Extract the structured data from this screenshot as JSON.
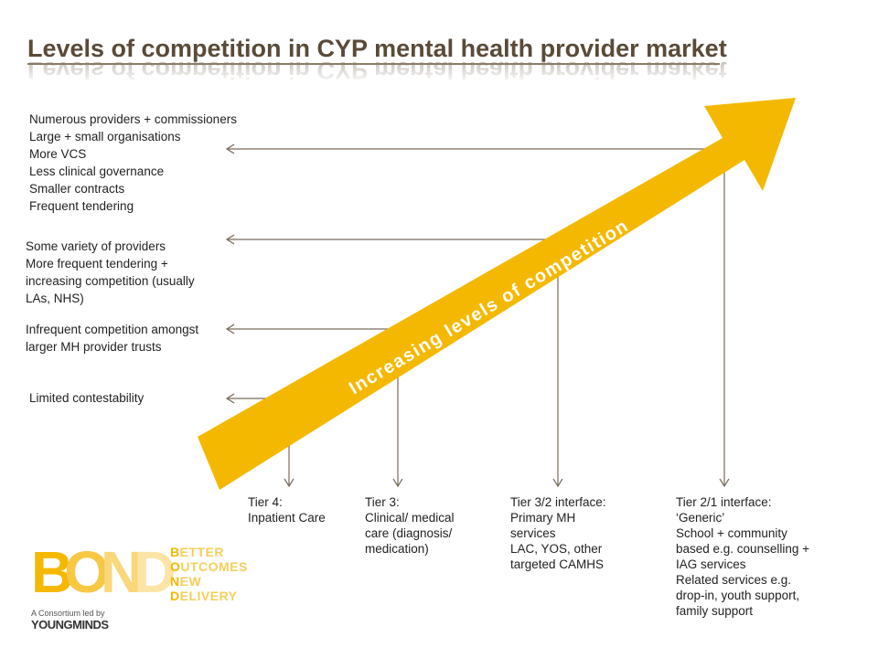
{
  "title": "Levels of competition in CYP mental health provider market",
  "arrow_label": "Increasing levels of competition",
  "levels": [
    {
      "lines": [
        "Numerous providers + commissioners",
        "Large + small organisations",
        "More VCS",
        "Less clinical governance",
        "Smaller contracts",
        "Frequent tendering"
      ]
    },
    {
      "lines": [
        "Some variety of providers",
        " More frequent tendering +",
        "increasing competition (usually",
        "LAs, NHS)"
      ]
    },
    {
      "lines": [
        "Infrequent competition amongst",
        "larger MH provider trusts"
      ]
    },
    {
      "lines": [
        "Limited contestability"
      ]
    }
  ],
  "tiers": [
    {
      "lines": [
        "Tier 4:",
        "Inpatient Care"
      ]
    },
    {
      "lines": [
        "Tier 3:",
        "Clinical/ medical",
        "care (diagnosis/",
        "medication)"
      ]
    },
    {
      "lines": [
        "Tier 3/2 interface:",
        " Primary MH",
        "services",
        " LAC, YOS, other",
        "targeted CAMHS"
      ]
    },
    {
      "lines": [
        "Tier 2/1 interface:",
        " ‘Generic’",
        " School + community",
        "based e.g. counselling +",
        "IAG services",
        " Related services e.g.",
        "drop-in, youth support,",
        "family support"
      ]
    }
  ],
  "logo": {
    "letters": [
      "B",
      "O",
      "N",
      "D"
    ],
    "acronym": [
      {
        "first": "B",
        "rest": "ETTER"
      },
      {
        "first": "O",
        "rest": "UTCOMES"
      },
      {
        "first": "N",
        "rest": "EW"
      },
      {
        "first": "D",
        "rest": "ELIVERY"
      }
    ],
    "consortium": "A Consortium led by",
    "org": "YOUNGMINDS"
  },
  "colors": {
    "arrow": "#f5b800",
    "connector": "#7a6a5a",
    "title": "#5b4a38"
  }
}
